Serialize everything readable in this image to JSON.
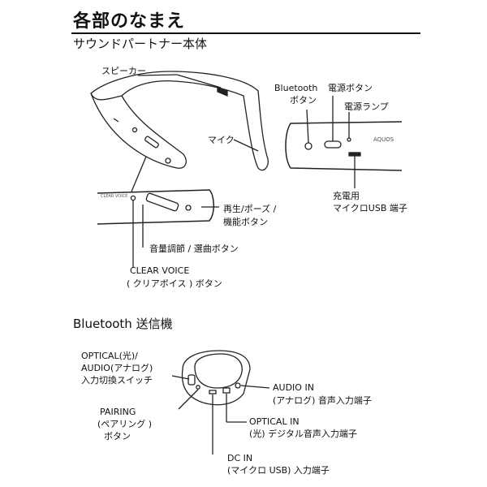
{
  "page": {
    "title": "各部のなまえ",
    "subtitle": "サウンドパートナー本体"
  },
  "speaker_unit": {
    "labels": {
      "speaker": "スピーカー",
      "mic": "マイク",
      "bt_button_1": "Bluetooth",
      "bt_button_2": "ボタン",
      "power_button": "電源ボタン",
      "power_lamp": "電源ランプ",
      "charge_usb_1": "充電用",
      "charge_usb_2": "マイクロUSB 端子",
      "play_pause_1": "再生/ポーズ /",
      "play_pause_2": "機能ボタン",
      "volume": "音量調節 / 選曲ボタン",
      "clear_voice_1": "CLEAR VOICE",
      "clear_voice_2": "( クリアボイス ) ボタン"
    },
    "device_print": {
      "brand": "AQUOS",
      "clear_voice_mark": "CLEAR VOICE"
    }
  },
  "transmitter": {
    "section_title": "Bluetooth 送信機",
    "labels": {
      "switch_1": "OPTICAL(光)/",
      "switch_2": "AUDIO(アナログ)",
      "switch_3": "入力切換スイッチ",
      "pairing_1": "PAIRING",
      "pairing_2": "(ペアリング )",
      "pairing_3": "ボタン",
      "audio_in_1": "AUDIO IN",
      "audio_in_2": "(アナログ) 音声入力端子",
      "optical_in_1": "OPTICAL IN",
      "optical_in_2": "(光) デジタル音声入力端子",
      "dc_in_1": "DC IN",
      "dc_in_2": "(マイクロ USB) 入力端子"
    }
  }
}
